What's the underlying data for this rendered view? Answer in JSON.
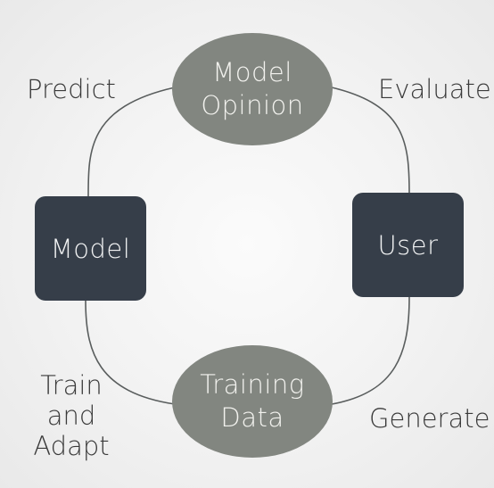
{
  "nodes": {
    "model_opinion": {
      "line1": "Model",
      "line2": "Opinion"
    },
    "training_data": {
      "line1": "Training",
      "line2": "Data"
    },
    "model": {
      "label": "Model"
    },
    "user": {
      "label": "User"
    }
  },
  "edges": {
    "predict": "Predict",
    "evaluate": "Evaluate",
    "generate": "Generate",
    "train_and_adapt": {
      "line1": "Train",
      "line2": "and",
      "line3": "Adapt"
    }
  },
  "colors": {
    "ellipse_fill": "#828680",
    "box_fill": "#363e49",
    "edge_stroke": "#595d5d",
    "label_text": "#3a3a3a",
    "background": "#f1f1f1"
  }
}
